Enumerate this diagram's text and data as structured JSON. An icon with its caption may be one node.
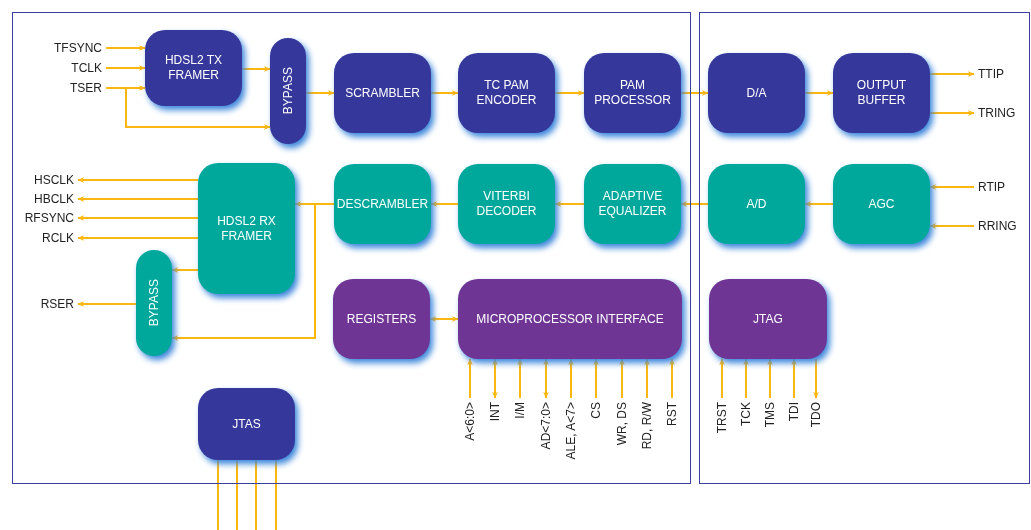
{
  "diagram": {
    "nodes": [
      {
        "text": [
          "TFSYNC"
        ]
      },
      {
        "text": [
          "TCLK"
        ]
      },
      {
        "text": [
          "TSER"
        ]
      },
      {
        "text": [
          "HDSL2 TX FRAMER"
        ]
      },
      {
        "text": [
          "BYPASS"
        ]
      },
      {
        "text": [
          "SCRAMBLER"
        ]
      },
      {
        "text": [
          "TC PAM ENCODER"
        ]
      },
      {
        "text": [
          "PAM PROCESSOR"
        ]
      },
      {
        "text": [
          "D/A"
        ]
      },
      {
        "text": [
          "OUTPUT BUFFER"
        ]
      },
      {
        "text": [
          "TTIP"
        ]
      },
      {
        "text": [
          "TRING"
        ]
      },
      {
        "text": [
          "HSCLK"
        ]
      },
      {
        "text": [
          "HBCLK"
        ]
      },
      {
        "text": [
          "RFSYNC"
        ]
      },
      {
        "text": [
          "RCLK"
        ]
      },
      {
        "text": [
          "HDSL2 RX FRAMER"
        ]
      },
      {
        "text": [
          "DESCRAMBLER"
        ]
      },
      {
        "text": [
          "VITERBI DECODER"
        ]
      },
      {
        "text": [
          "ADAPTIVE EQUALIZER"
        ]
      },
      {
        "text": [
          "A/D"
        ]
      },
      {
        "text": [
          "AGC"
        ]
      },
      {
        "text": [
          "RTIP"
        ]
      },
      {
        "text": [
          "RRING"
        ]
      },
      {
        "text": [
          "RSER"
        ]
      },
      {
        "text": [
          "BYPASS"
        ]
      },
      {
        "text": [
          "REGISTERS"
        ]
      },
      {
        "text": [
          "MICROPROCESSOR INTERFACE"
        ]
      },
      {
        "text": [
          "JTAG"
        ]
      },
      {
        "text": [
          "A<6:0>"
        ]
      },
      {
        "text": [
          "INT"
        ]
      },
      {
        "text": [
          "I/M"
        ]
      },
      {
        "text": [
          "AD<7:0>"
        ]
      },
      {
        "text": [
          "ALE, A<7>"
        ]
      },
      {
        "text": [
          "CS"
        ]
      },
      {
        "text": [
          "WR, DS"
        ]
      },
      {
        "text": [
          "RD, R/W"
        ]
      },
      {
        "text": [
          "RST"
        ]
      },
      {
        "text": [
          "TRST"
        ]
      },
      {
        "text": [
          "TCK"
        ]
      },
      {
        "text": [
          "TMS"
        ]
      },
      {
        "text": [
          "TDI"
        ]
      },
      {
        "text": [
          "TDO"
        ]
      },
      {
        "text": [
          "JTAS"
        ]
      }
    ],
    "edges": [
      {
        "from": 0,
        "to": 3,
        "arrow": "to"
      },
      {
        "from": 1,
        "to": 3,
        "arrow": "to"
      },
      {
        "from": 2,
        "to": 3,
        "arrow": "to"
      },
      {
        "from": 2,
        "to": 4,
        "arrow": "to"
      },
      {
        "from": 3,
        "to": 4,
        "arrow": "to"
      },
      {
        "from": 4,
        "to": 5,
        "arrow": "to"
      },
      {
        "from": 5,
        "to": 6,
        "arrow": "to"
      },
      {
        "from": 6,
        "to": 7,
        "arrow": "to"
      },
      {
        "from": 7,
        "to": 8,
        "arrow": "to"
      },
      {
        "from": 8,
        "to": 9,
        "arrow": "to"
      },
      {
        "from": 9,
        "to": 10,
        "arrow": "to"
      },
      {
        "from": 9,
        "to": 11,
        "arrow": "to"
      },
      {
        "from": 16,
        "to": 12,
        "arrow": "to"
      },
      {
        "from": 16,
        "to": 13,
        "arrow": "to"
      },
      {
        "from": 16,
        "to": 14,
        "arrow": "to"
      },
      {
        "from": 16,
        "to": 15,
        "arrow": "to"
      },
      {
        "from": 17,
        "to": 16,
        "arrow": "to"
      },
      {
        "from": 17,
        "to": 25,
        "arrow": "to"
      },
      {
        "from": 16,
        "to": 25,
        "arrow": "to"
      },
      {
        "from": 25,
        "to": 24,
        "arrow": "to"
      },
      {
        "from": 18,
        "to": 17,
        "arrow": "to"
      },
      {
        "from": 19,
        "to": 18,
        "arrow": "to"
      },
      {
        "from": 20,
        "to": 19,
        "arrow": "to"
      },
      {
        "from": 21,
        "to": 20,
        "arrow": "to"
      },
      {
        "from": 22,
        "to": 21,
        "arrow": "to"
      },
      {
        "from": 23,
        "to": 21,
        "arrow": "to"
      },
      {
        "from": 26,
        "to": 27,
        "arrow": "both"
      },
      {
        "from": 29,
        "to": 27,
        "arrow": "to"
      },
      {
        "from": 30,
        "to": 27,
        "arrow": "both"
      },
      {
        "from": 31,
        "to": 27,
        "arrow": "to"
      },
      {
        "from": 32,
        "to": 27,
        "arrow": "both"
      },
      {
        "from": 33,
        "to": 27,
        "arrow": "to"
      },
      {
        "from": 34,
        "to": 27,
        "arrow": "to"
      },
      {
        "from": 35,
        "to": 27,
        "arrow": "to"
      },
      {
        "from": 36,
        "to": 27,
        "arrow": "to"
      },
      {
        "from": 37,
        "to": 27,
        "arrow": "to"
      },
      {
        "from": 38,
        "to": 28,
        "arrow": "to"
      },
      {
        "from": 39,
        "to": 28,
        "arrow": "to"
      },
      {
        "from": 40,
        "to": 28,
        "arrow": "to"
      },
      {
        "from": 41,
        "to": 28,
        "arrow": "to"
      },
      {
        "from": 28,
        "to": 42,
        "arrow": "to"
      },
      {
        "from": 43,
        "to": null,
        "arrow": "none"
      },
      {
        "from": 43,
        "to": null,
        "arrow": "none"
      },
      {
        "from": 43,
        "to": null,
        "arrow": "none"
      },
      {
        "from": 43,
        "to": null,
        "arrow": "none"
      }
    ]
  }
}
